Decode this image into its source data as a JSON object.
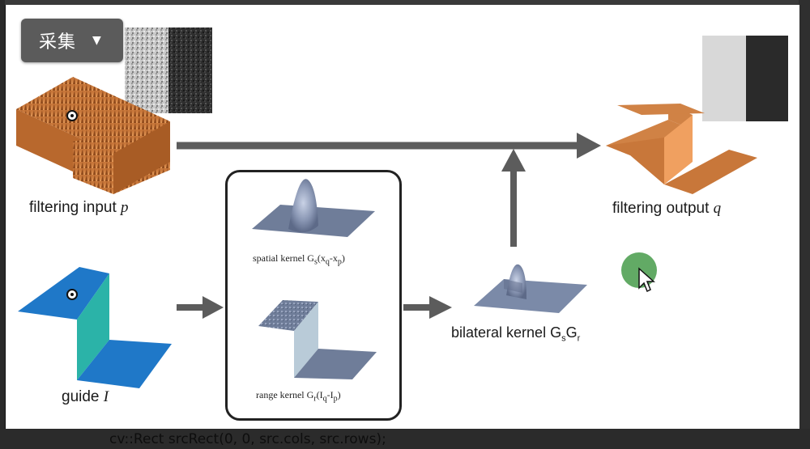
{
  "toolbar": {
    "capture_button_label": "采集",
    "capture_dropdown_icon": "caret-down-icon"
  },
  "diagram": {
    "filtering_input_label": "filtering input",
    "filtering_input_symbol": "p",
    "filtering_output_label": "filtering output",
    "filtering_output_symbol": "q",
    "guide_label": "guide",
    "guide_symbol": "I",
    "spatial_kernel_label": "spatial kernel G",
    "spatial_kernel_sub": "s",
    "spatial_kernel_arg": "(x",
    "spatial_kernel_arg_sub1": "q",
    "spatial_kernel_arg_mid": "-x",
    "spatial_kernel_arg_sub2": "p",
    "spatial_kernel_arg_end": ")",
    "range_kernel_label": "range kernel G",
    "range_kernel_sub": "r",
    "range_kernel_arg": "(I",
    "range_kernel_arg_sub1": "q",
    "range_kernel_arg_mid": "-I",
    "range_kernel_arg_sub2": "p",
    "range_kernel_arg_end": ")",
    "bilateral_kernel_label": "bilateral kernel G",
    "bilateral_kernel_sub1": "s",
    "bilateral_kernel_mid": "G",
    "bilateral_kernel_sub2": "r"
  },
  "background_code_text": "cv::Rect srcRect(0, 0, src.cols, src.rows);",
  "colors": {
    "arrow": "#5c5c5c",
    "input_surface": "#c8773a",
    "guide_surface": "#1f78c8",
    "guide_wall": "#2bb3a8",
    "kernel_surface": "#7b8aa8",
    "click_indicator": "#5aa55d"
  }
}
